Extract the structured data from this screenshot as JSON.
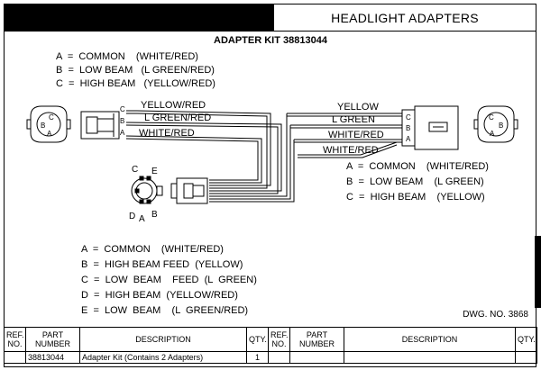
{
  "header": {
    "title": "HEADLIGHT ADAPTERS"
  },
  "kit": {
    "title": "ADAPTER KIT 38813044"
  },
  "legend_top": [
    "A  =  COMMON    (WHITE/RED)",
    "B  =  LOW BEAM   (L GREEN/RED)",
    "C  =  HIGH BEAM   (YELLOW/RED)"
  ],
  "legend_right": [
    "A  =  COMMON    (WHITE/RED)",
    "B  =  LOW BEAM    (L GREEN)",
    "C  =  HIGH BEAM    (YELLOW)"
  ],
  "legend_bottom": [
    "A  =  COMMON    (WHITE/RED)",
    "B  =  HIGH BEAM FEED  (YELLOW)",
    "C  =  LOW  BEAM    FEED  (L  GREEN)",
    "D  =  HIGH BEAM  (YELLOW/RED)",
    "E  =  LOW  BEAM    (L  GREEN/RED)"
  ],
  "wires": {
    "left": [
      "YELLOW/RED",
      "L GREEN/RED",
      "WHITE/RED"
    ],
    "right": [
      "YELLOW",
      "L GREEN",
      "WHITE/RED",
      "WHITE/RED"
    ]
  },
  "pins": {
    "left_conn": [
      "A",
      "B",
      "C"
    ],
    "left_plug": [
      "C",
      "B",
      "A"
    ],
    "right_plug": [
      "C",
      "B",
      "A"
    ],
    "right_conn": [
      "C",
      "B",
      "A"
    ],
    "five_pin": [
      "C",
      "E",
      "D",
      "A",
      "B"
    ]
  },
  "dwg": "DWG. NO. 3868",
  "table": {
    "headers": [
      "REF. NO.",
      "PART NUMBER",
      "DESCRIPTION",
      "QTY.",
      "REF. NO.",
      "PART NUMBER",
      "DESCRIPTION",
      "QTY."
    ],
    "rows": [
      [
        "",
        "38813044",
        "Adapter Kit (Contains 2 Adapters)",
        "1",
        "",
        "",
        "",
        ""
      ]
    ]
  }
}
